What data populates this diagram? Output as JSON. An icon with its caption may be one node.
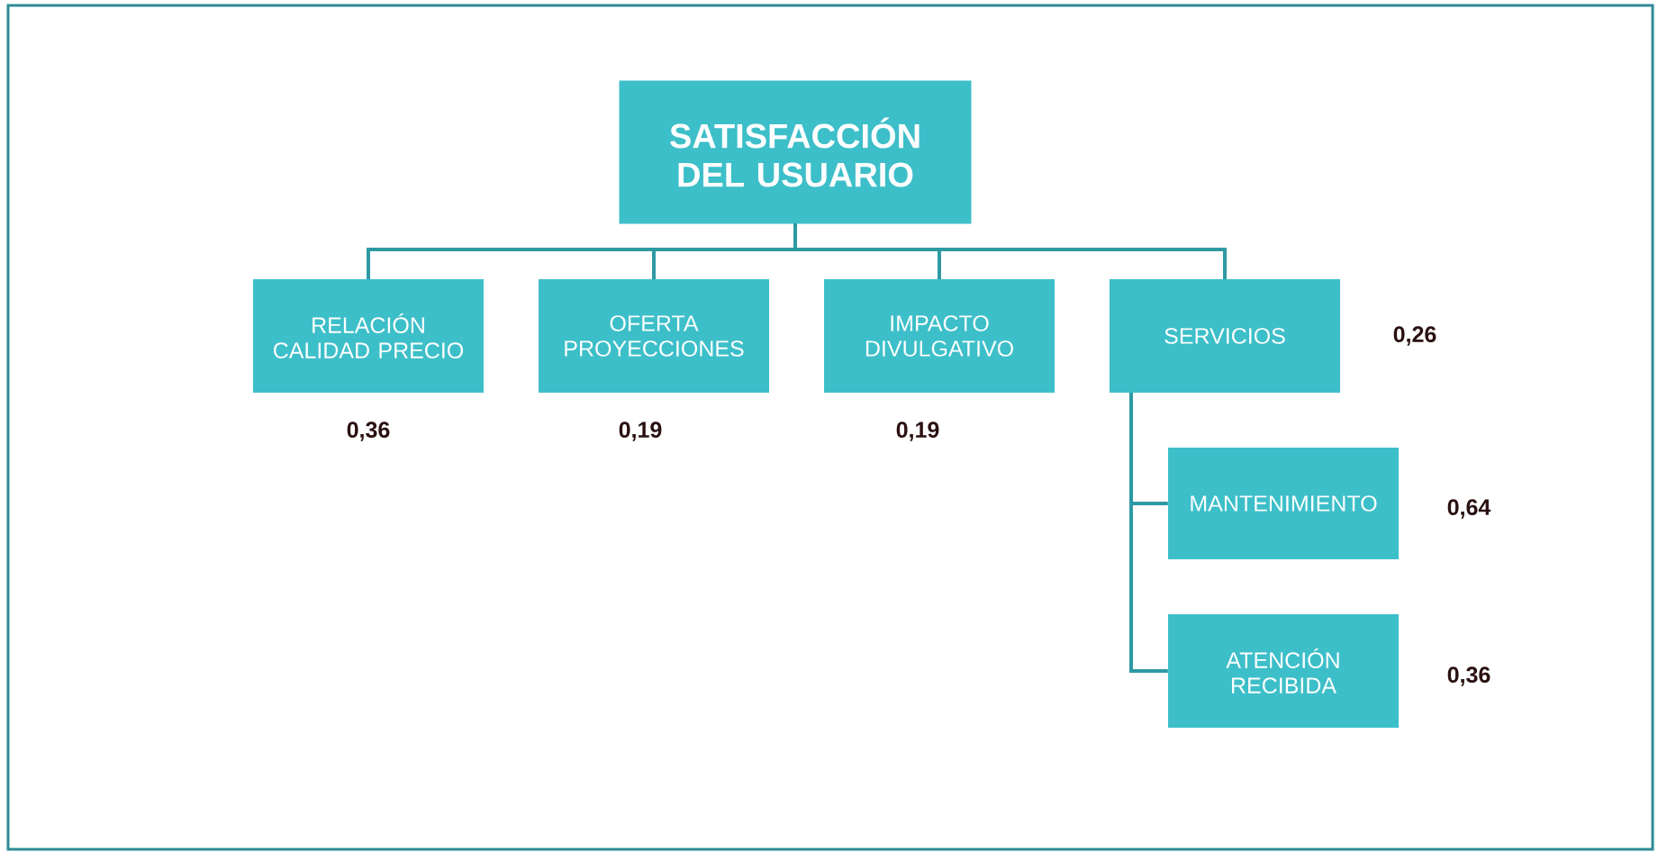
{
  "diagram": {
    "nodes": [
      {
        "text": [
          "SATISFACCIÓN DEL USUARIO"
        ]
      },
      {
        "text": [
          "RELACIÓN CALIDAD PRECIO"
        ],
        "beside": [
          "0,36"
        ]
      },
      {
        "text": [
          "OFERTA PROYECCIONES"
        ],
        "beside": [
          "0,19"
        ]
      },
      {
        "text": [
          "IMPACTO DIVULGATIVO"
        ],
        "beside": [
          "0,19"
        ]
      },
      {
        "text": [
          "SERVICIOS"
        ],
        "beside": [
          "0,26"
        ]
      },
      {
        "text": [
          "MANTENIMIENTO"
        ],
        "beside": [
          "0,64"
        ]
      },
      {
        "text": [
          "ATENCIÓN RECIBIDA"
        ],
        "beside": [
          "0,36"
        ]
      }
    ],
    "edges": [
      {
        "from": 0,
        "to": 1,
        "arrow": "none"
      },
      {
        "from": 0,
        "to": 2,
        "arrow": "none"
      },
      {
        "from": 0,
        "to": 3,
        "arrow": "none"
      },
      {
        "from": 0,
        "to": 4,
        "arrow": "none"
      },
      {
        "from": 4,
        "to": 5,
        "arrow": "none"
      },
      {
        "from": 4,
        "to": 6,
        "arrow": "none"
      }
    ]
  }
}
